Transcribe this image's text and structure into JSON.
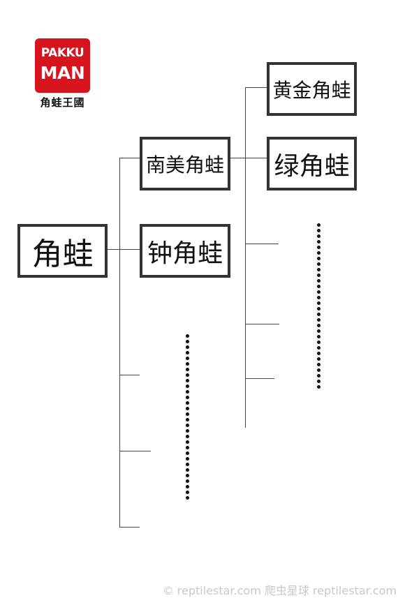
{
  "logo": {
    "line1": "PAKKU",
    "line2": "MAN",
    "subtitle": "角蛙王國",
    "color": "#d7141e"
  },
  "tree": {
    "root": "角蛙",
    "level1": {
      "south_american": "南美角蛙",
      "chacoan": "钟角蛙"
    },
    "level2": {
      "golden": "黄金角蛙",
      "green": "绿角蛙"
    }
  },
  "watermark": "© reptilestar.com    爬虫星球 reptilestar.com"
}
